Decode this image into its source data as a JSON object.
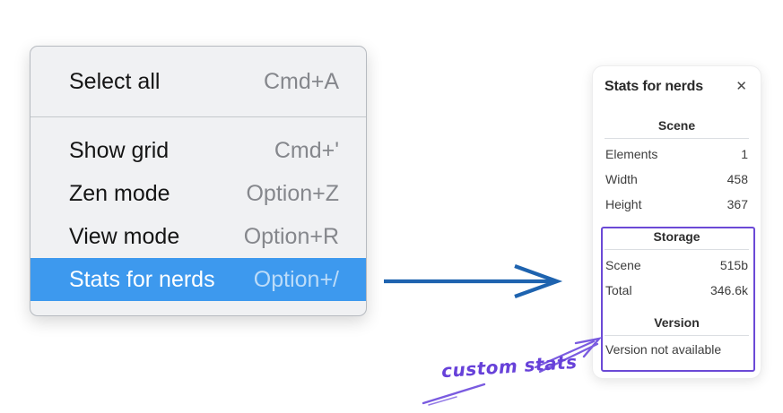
{
  "menu": {
    "sections": [
      {
        "items": [
          {
            "label": "Select all",
            "shortcut": "Cmd+A"
          }
        ]
      },
      {
        "items": [
          {
            "label": "Show grid",
            "shortcut": "Cmd+'"
          },
          {
            "label": "Zen mode",
            "shortcut": "Option+Z"
          },
          {
            "label": "View mode",
            "shortcut": "Option+R"
          },
          {
            "label": "Stats for nerds",
            "shortcut": "Option+/"
          }
        ]
      }
    ],
    "selected_item": "Stats for nerds",
    "highlight_color": "#3d99ee"
  },
  "panel": {
    "title": "Stats for nerds",
    "close_icon": "✕",
    "sections": [
      {
        "heading": "Scene",
        "rows": [
          [
            "Elements",
            "1"
          ],
          [
            "Width",
            "458"
          ],
          [
            "Height",
            "367"
          ]
        ]
      },
      {
        "heading": "Storage",
        "rows": [
          [
            "Scene",
            "515b"
          ],
          [
            "Total",
            "346.6k"
          ]
        ]
      },
      {
        "heading": "Version",
        "note": "Version not available"
      }
    ]
  },
  "annotation": {
    "label": "custom stats",
    "color": "#6741d9"
  },
  "arrow": {
    "color": "#1e63af"
  },
  "highlight_box_color": "#6b49d6"
}
